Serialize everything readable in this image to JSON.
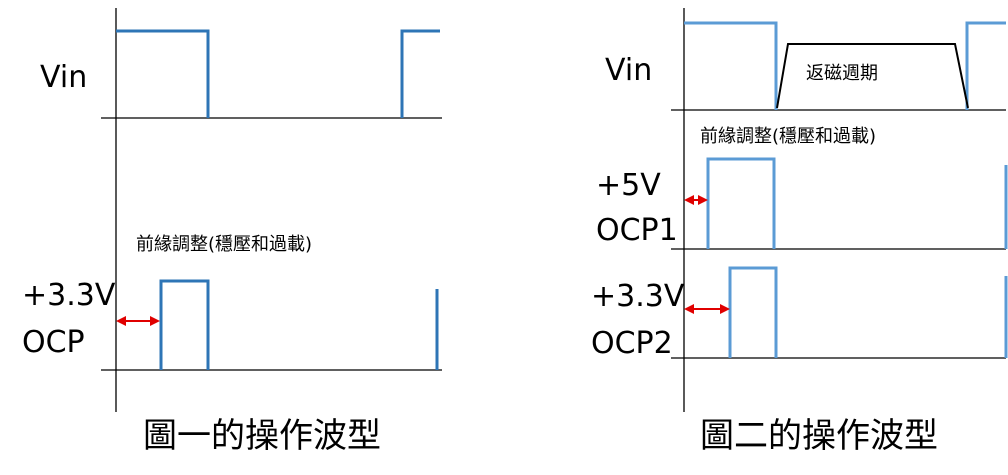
{
  "figure1": {
    "vin_label": "Vin",
    "leading_edge_note": "前緣調整(穩壓和過載)",
    "rail_label": "+3.3V",
    "ocp_label": "OCP",
    "caption": "圖一的操作波型",
    "colors": {
      "waveform": "#2e75b6",
      "arrow": "#e00000"
    }
  },
  "figure2": {
    "vin_label": "Vin",
    "reset_note": "返磁週期",
    "leading_edge_note": "前緣調整(穩壓和過載)",
    "rail1_label": "+5V",
    "ocp1_label": "OCP1",
    "rail2_label": "+3.3V",
    "ocp2_label": "OCP2",
    "caption": "圖二的操作波型",
    "colors": {
      "waveform": "#5b9bd5",
      "arrow": "#e00000"
    }
  }
}
